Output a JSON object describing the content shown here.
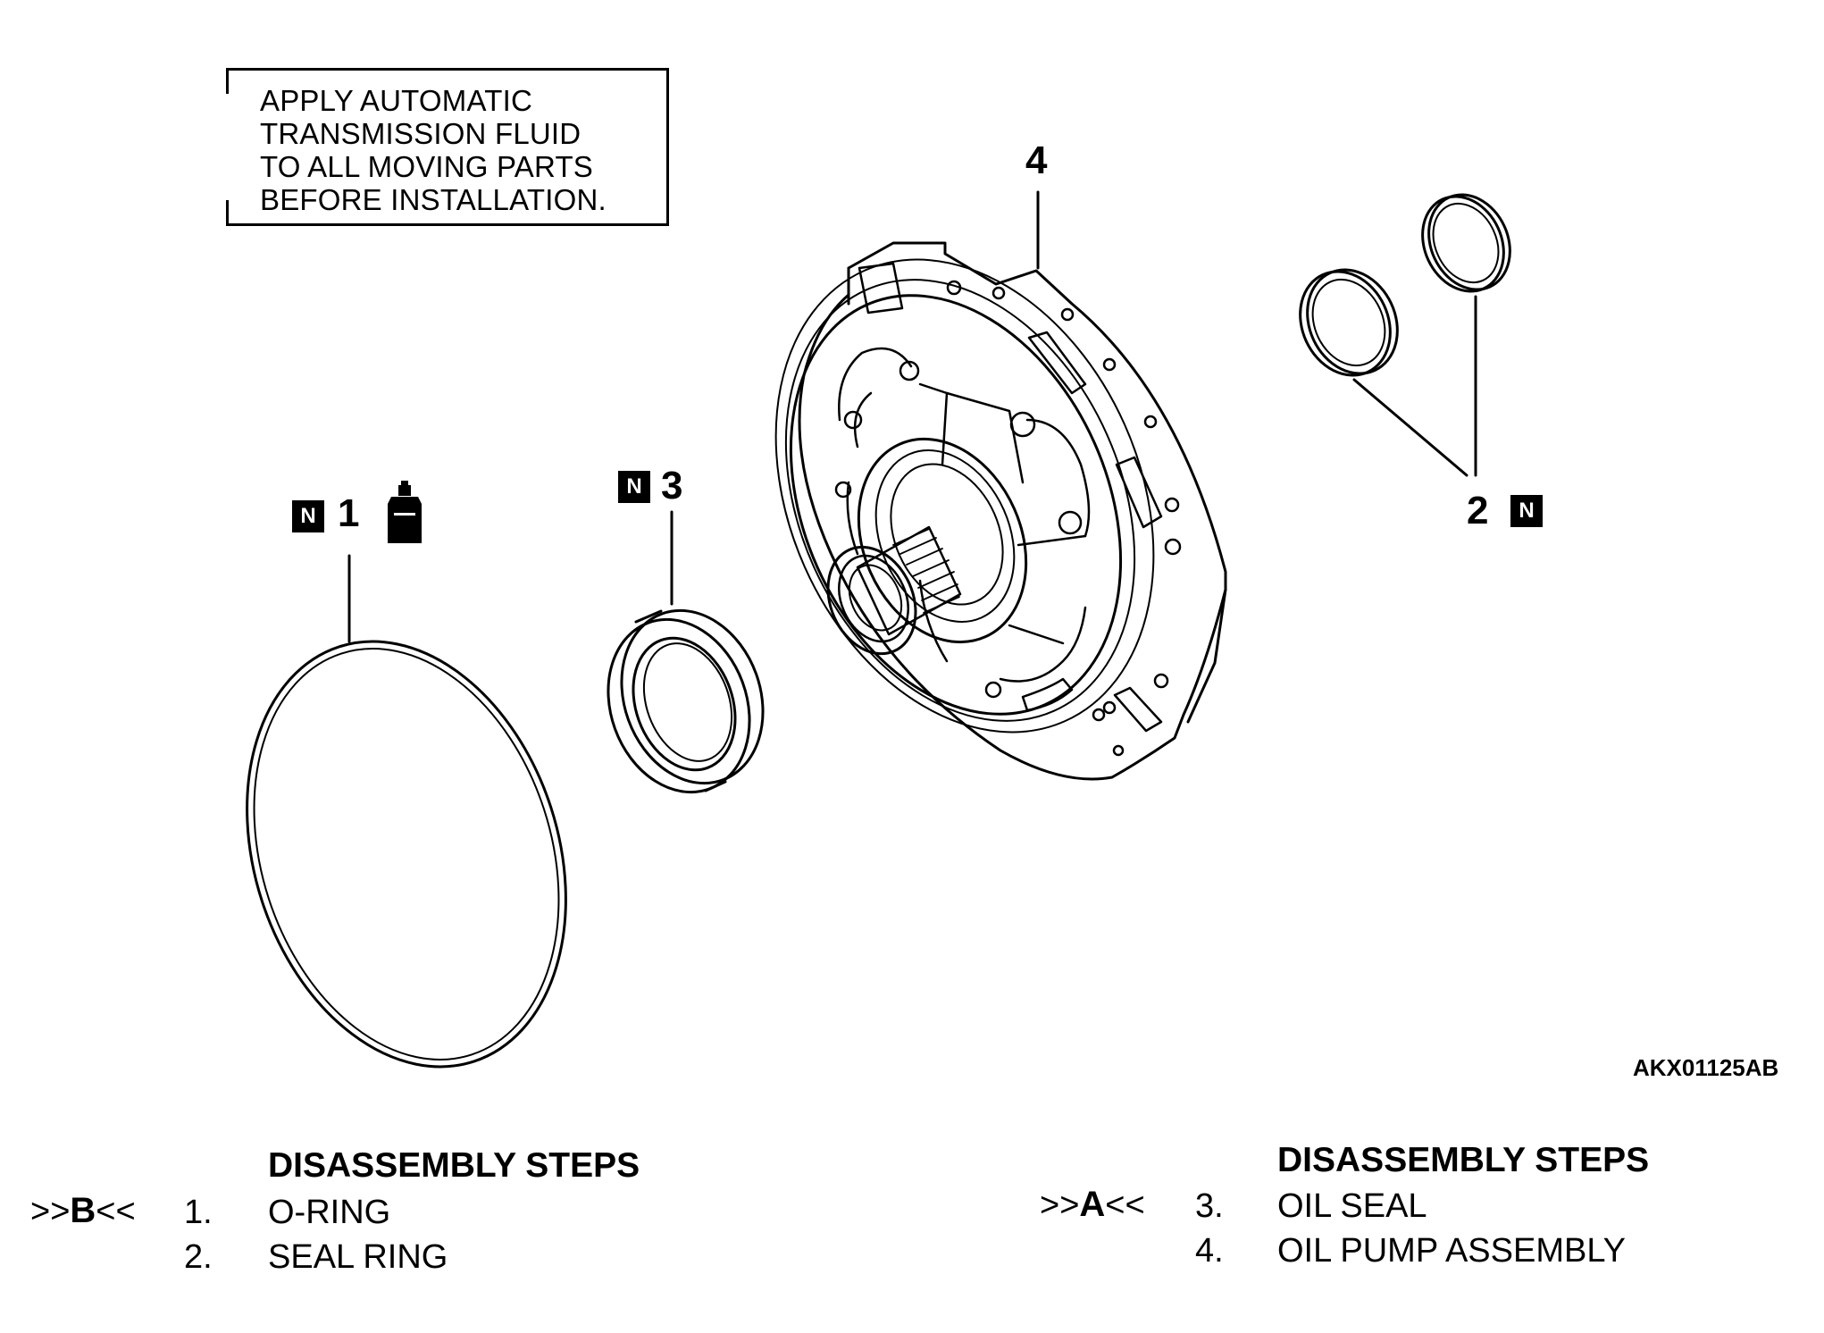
{
  "note": {
    "lines": [
      "APPLY AUTOMATIC",
      "TRANSMISSION FLUID",
      "TO ALL MOVING PARTS",
      "BEFORE INSTALLATION."
    ]
  },
  "callouts": {
    "c1": "1",
    "c2": "2",
    "c3": "3",
    "c4": "4"
  },
  "badge_letter": "N",
  "icons": {
    "new_part": "new-part-badge-icon",
    "fluid": "atf-bottle-icon"
  },
  "figure_code": "AKX01125AB",
  "steps_left": {
    "header": "DISASSEMBLY STEPS",
    "marker_prefix": ">>",
    "marker_letter": "B",
    "marker_suffix": "<<",
    "items": [
      {
        "num": "1.",
        "label": "O-RING"
      },
      {
        "num": "2.",
        "label": "SEAL RING"
      }
    ]
  },
  "steps_right": {
    "header": "DISASSEMBLY STEPS",
    "marker_prefix": ">>",
    "marker_letter": "A",
    "marker_suffix": "<<",
    "items": [
      {
        "num": "3.",
        "label": "OIL SEAL"
      },
      {
        "num": "4.",
        "label": "OIL PUMP ASSEMBLY"
      }
    ]
  }
}
